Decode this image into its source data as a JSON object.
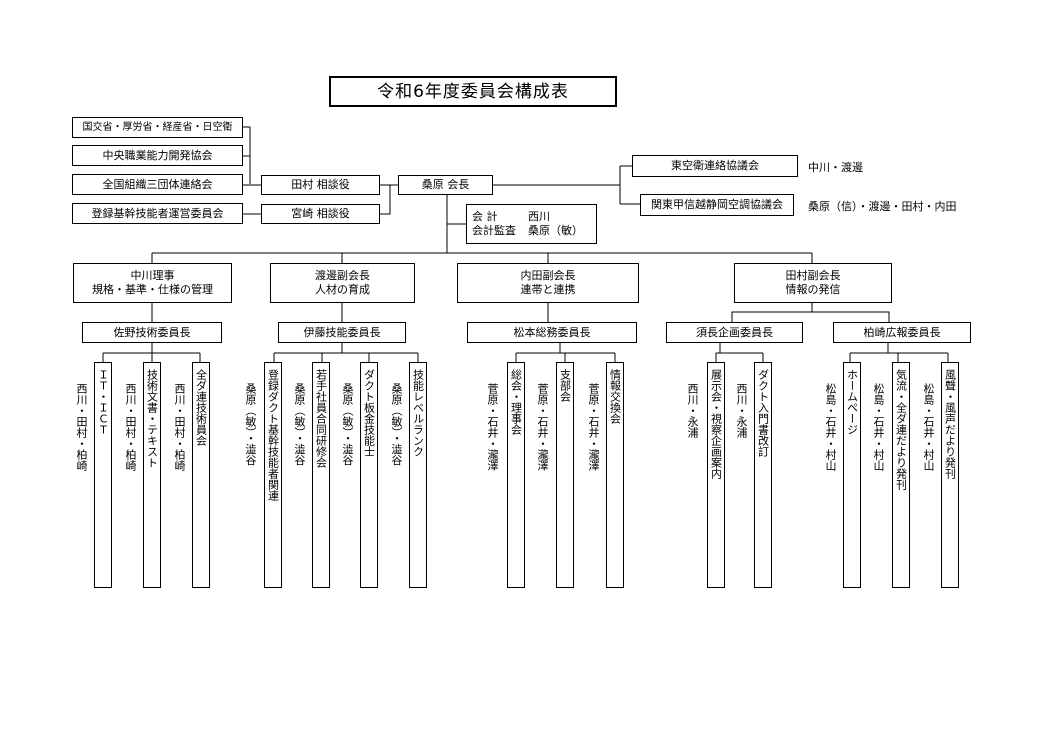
{
  "title": "令和6年度委員会構成表",
  "external_left": [
    "国交省・厚労省・経産省・日空衛",
    "中央職業能力開発協会",
    "全国組織三団体連絡会",
    "登録基幹技能者運営委員会"
  ],
  "advisors": [
    "田村 相談役",
    "宮崎 相談役"
  ],
  "chairman": "桑原 会長",
  "audit": {
    "line1_label": "会 計",
    "line1_name": "西川",
    "line2_label": "会計監査",
    "line2_name": "桑原（敏）"
  },
  "external_right": [
    {
      "name": "東空衛連絡協議会",
      "members": "中川・渡邊"
    },
    {
      "name": "関東甲信越静岡空調協議会",
      "members": "桑原（信）・渡邊・田村・内田"
    }
  ],
  "divisions": [
    {
      "line1": "中川理事",
      "line2": "規格・基準・仕様の管理",
      "committees": [
        {
          "name": "佐野技術委員長",
          "items": [
            {
              "task": "ＩＴ・ＩＣＴ",
              "members": "西川・田村・柏崎"
            },
            {
              "task": "技術文書・テキスト",
              "members": "西川・田村・柏崎"
            },
            {
              "task": "全ダ連技術員会",
              "members": "西川・田村・柏崎"
            }
          ]
        }
      ]
    },
    {
      "line1": "渡邊副会長",
      "line2": "人材の育成",
      "committees": [
        {
          "name": "伊藤技能委員長",
          "items": [
            {
              "task": "登録ダクト基幹技能者関連",
              "members": "桑原（敏）・澁谷"
            },
            {
              "task": "若手社員合同研修会",
              "members": "桑原（敏）・澁谷"
            },
            {
              "task": "ダクト板金技能士",
              "members": "桑原（敏）・澁谷"
            },
            {
              "task": "技能レベルランク",
              "members": "桑原（敏）・澁谷"
            }
          ]
        }
      ]
    },
    {
      "line1": "内田副会長",
      "line2": "連帯と連携",
      "committees": [
        {
          "name": "松本総務委員長",
          "items": [
            {
              "task": "総会・理事会",
              "members": "菅原・石井・瀧澤"
            },
            {
              "task": "支部会",
              "members": "菅原・石井・瀧澤"
            },
            {
              "task": "情報交換会",
              "members": "菅原・石井・瀧澤"
            }
          ]
        }
      ]
    },
    {
      "line1": "田村副会長",
      "line2": "情報の発信",
      "committees": [
        {
          "name": "須長企画委員長",
          "items": [
            {
              "task": "展示会・視察企画案内",
              "members": "西川・永浦"
            },
            {
              "task": "ダクト入門書改訂",
              "members": "西川・永浦"
            }
          ]
        },
        {
          "name": "柏崎広報委員長",
          "items": [
            {
              "task": "ホームページ",
              "members": "松島・石井・村山"
            },
            {
              "task": "気流・全ダ連だより発刊",
              "members": "松島・石井・村山"
            },
            {
              "task": "風聲・風声だより発刊",
              "members": "松島・石井・村山"
            }
          ]
        }
      ]
    }
  ]
}
